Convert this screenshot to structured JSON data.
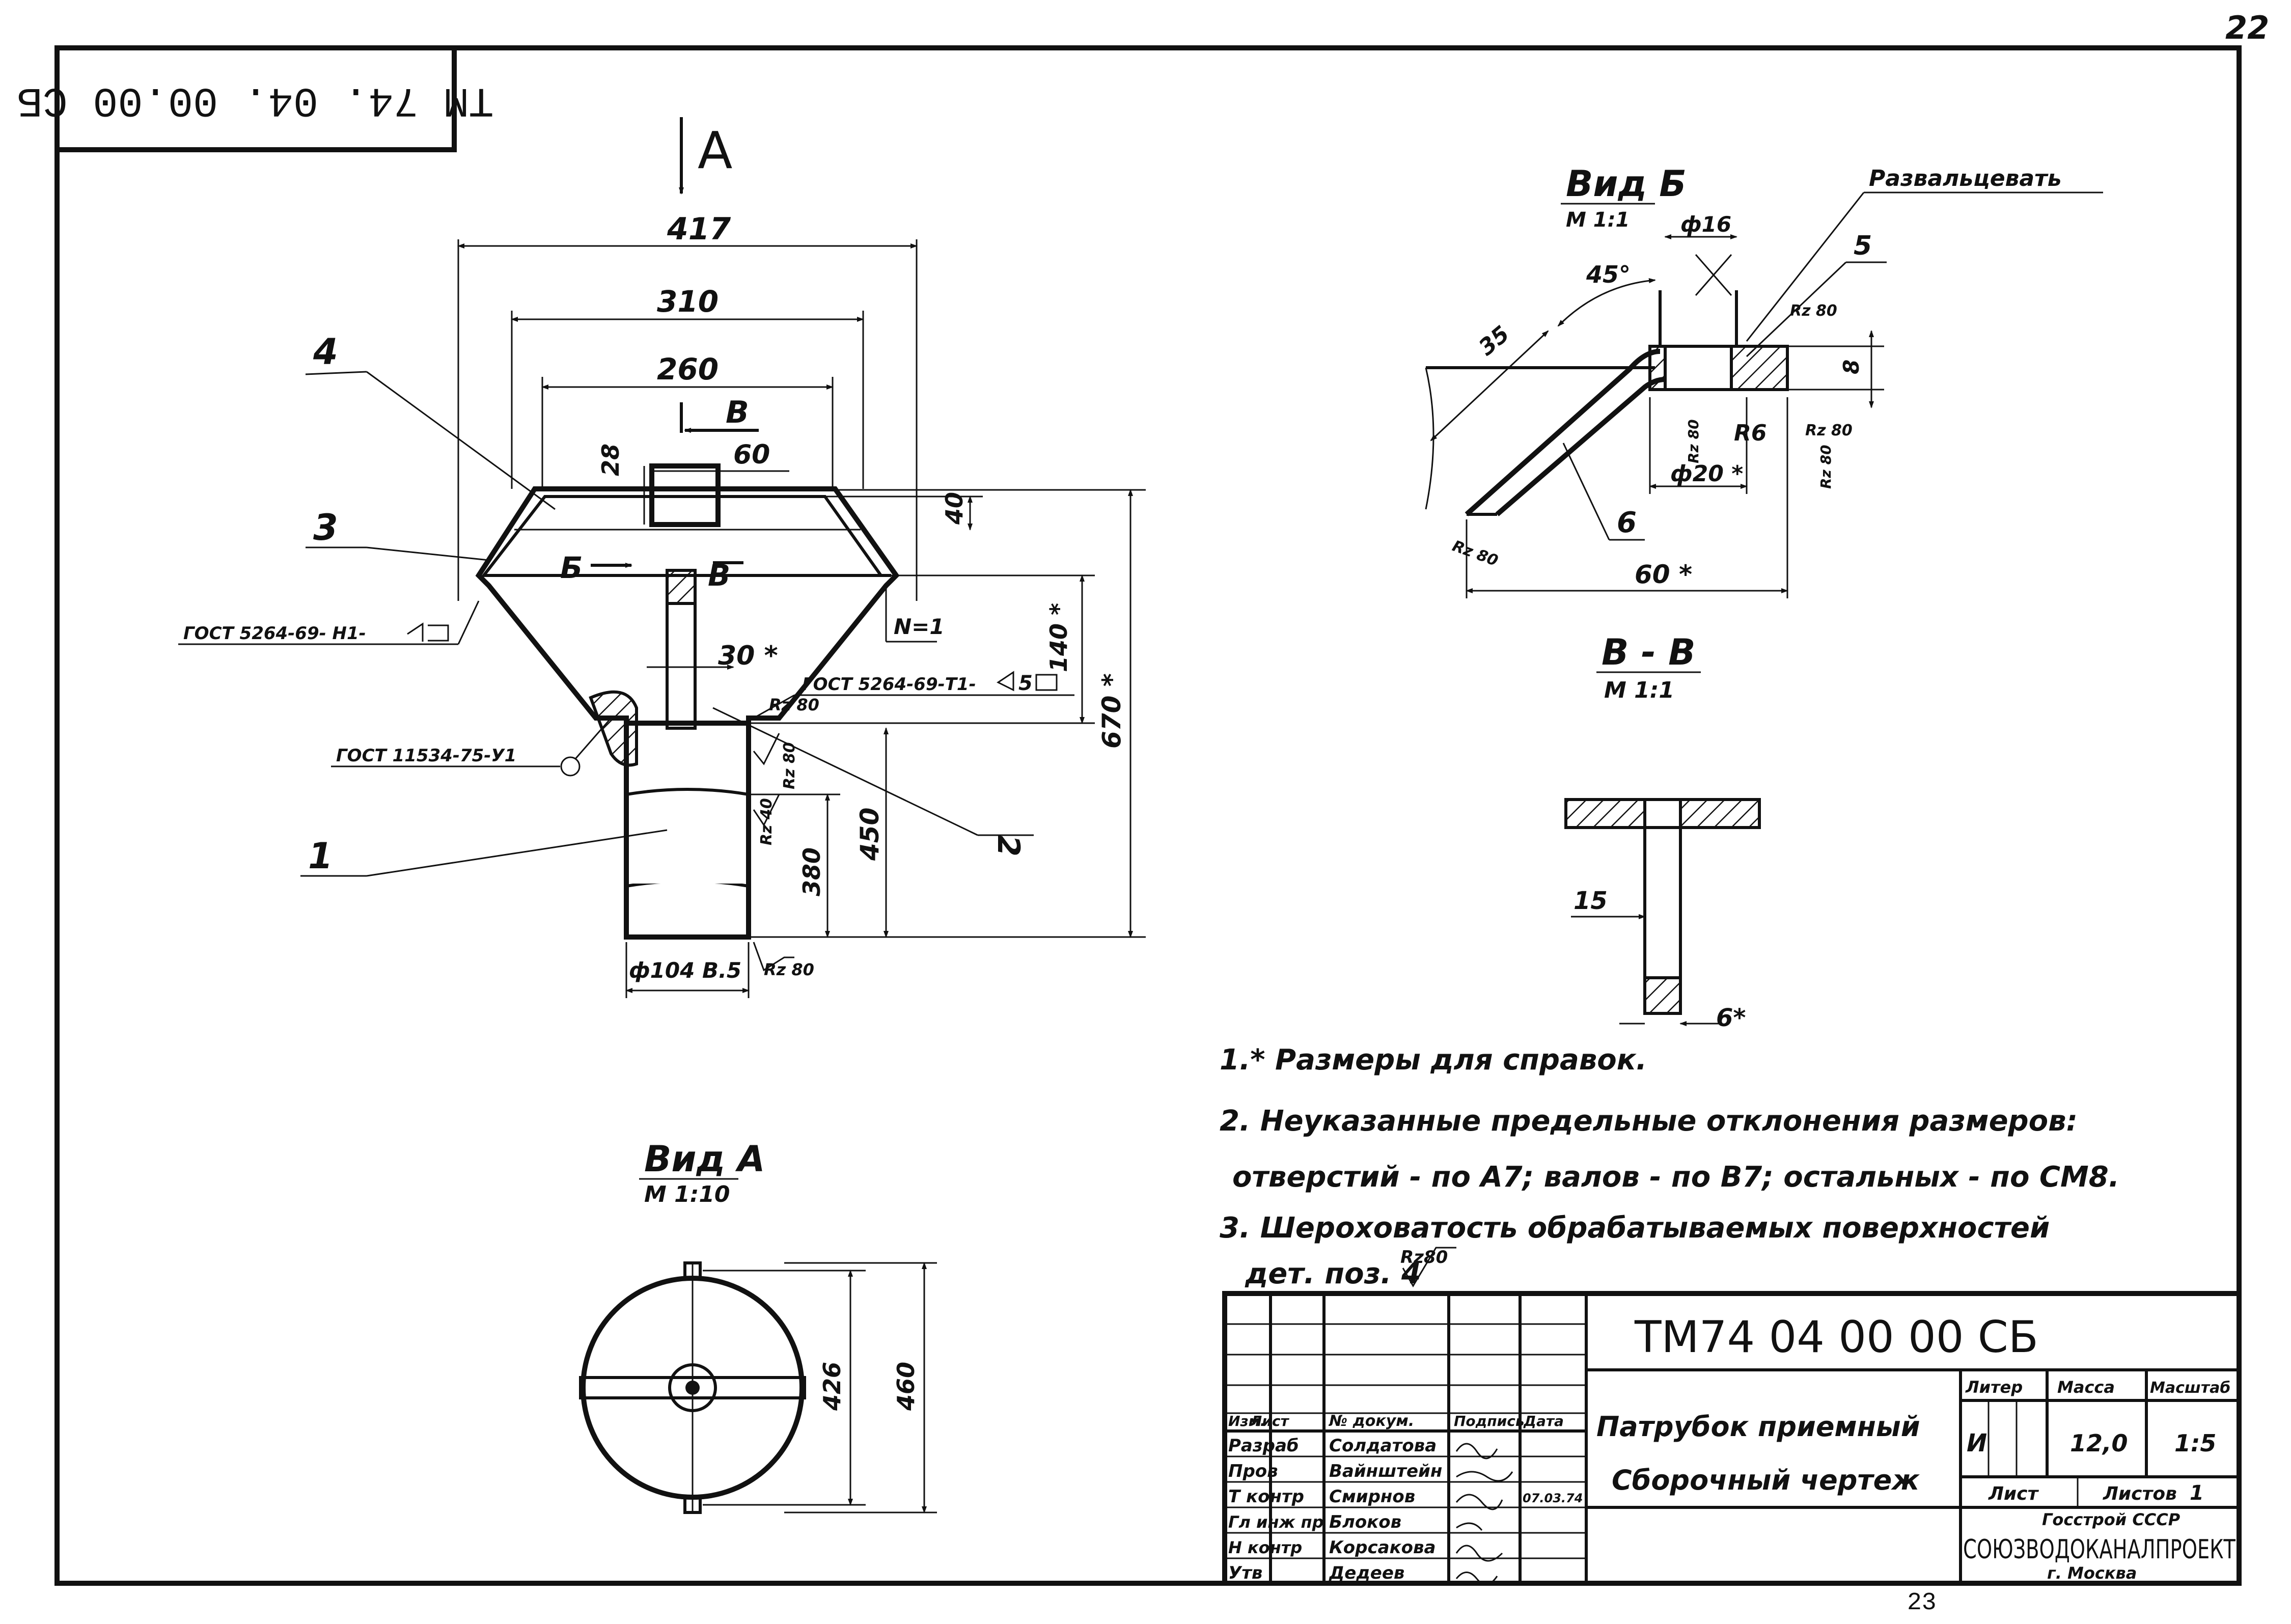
{
  "sheet_number": "22",
  "bottom_page_number": "23",
  "corner_stamp": "ТМ 74. 04. 00.00 СБ",
  "views": {
    "arrow_label": "А",
    "main": {
      "dim_417": "417",
      "dim_310": "310",
      "dim_260": "260",
      "dim_60": "60",
      "dim_28": "28",
      "dim_40": "40",
      "dim_30": "30 *",
      "dim_140": "140 *",
      "dim_670": "670 *",
      "dim_450": "450",
      "dim_380": "380",
      "dim_d104": "ф104 В.5",
      "section_b": "В",
      "view_b_marker": "Б",
      "callout_1": "1",
      "callout_2": "2",
      "callout_3": "3",
      "callout_4": "4",
      "weld_left": "ГОСТ 5264-69- Н1-",
      "weld_right": "ГОСТ 5264-69-Т1-",
      "weld_bottom": "ГОСТ 11534-75-У1",
      "weld_sym_right": "5",
      "n1": "N=1",
      "rz_labels": [
        "Rz 80",
        "Rz 40",
        "Rz 80",
        "Rz 80"
      ]
    },
    "view_b": {
      "title": "Вид Б",
      "scale": "М 1:1",
      "roll_note": "Развальцевать",
      "dim_d16": "ф16",
      "dim_45": "45°",
      "dim_35": "35",
      "dim_d20": "ф20 *",
      "dim_60": "60 *",
      "dim_r6": "R6",
      "dim_8": "8",
      "callout_5": "5",
      "callout_6": "6",
      "rz": [
        "Rz 80",
        "Rz 80",
        "Rz 80",
        "Rz 80",
        "Rz 80"
      ]
    },
    "section_bb": {
      "title": "В - В",
      "scale": "М 1:1",
      "dim_15": "15",
      "dim_6": "6*"
    },
    "view_a": {
      "title": "Вид А",
      "scale": "М 1:10",
      "dim_426": "426",
      "dim_460": "460"
    }
  },
  "notes": [
    "1.* Размеры для справок.",
    "2. Неуказанные предельные отклонения размеров:",
    "отверстий - по А7; валов - по В7; остальных - по СМ8.",
    "3. Шероховатость обрабатываемых поверхностей",
    "дет. поз. 4"
  ],
  "note_rz": "Rz80",
  "title_block": {
    "doc_code": "ТМ74 04 00 00 СБ",
    "name_line1": "Патрубок приемный",
    "name_line2": "Сборочный чертеж",
    "col_headers": [
      "Изм.",
      "Лист",
      "№ докум.",
      "Подпись",
      "Дата"
    ],
    "rows": [
      {
        "role": "Разраб",
        "name": "Солдатова",
        "date": ""
      },
      {
        "role": "Пров",
        "name": "Вайнштейн",
        "date": ""
      },
      {
        "role": "Т контр",
        "name": "Смирнов",
        "date": "07.03.74"
      },
      {
        "role": "Гл инж пр",
        "name": "Блоков",
        "date": ""
      },
      {
        "role": "Н контр",
        "name": "Корсакова",
        "date": ""
      },
      {
        "role": "Утв",
        "name": "Дедеев",
        "date": ""
      }
    ],
    "litera_label": "Литер",
    "mass_label": "Масса",
    "scale_label": "Масштаб",
    "litera": "И",
    "mass": "12,0",
    "scale": "1:5",
    "sheet_label": "Лист",
    "sheets_label": "Листов",
    "sheets": "1",
    "org1": "Госстрой СССР",
    "org2": "СОЮЗВОДОКАНАЛПРОЕКТ",
    "city": "г. Москва"
  }
}
